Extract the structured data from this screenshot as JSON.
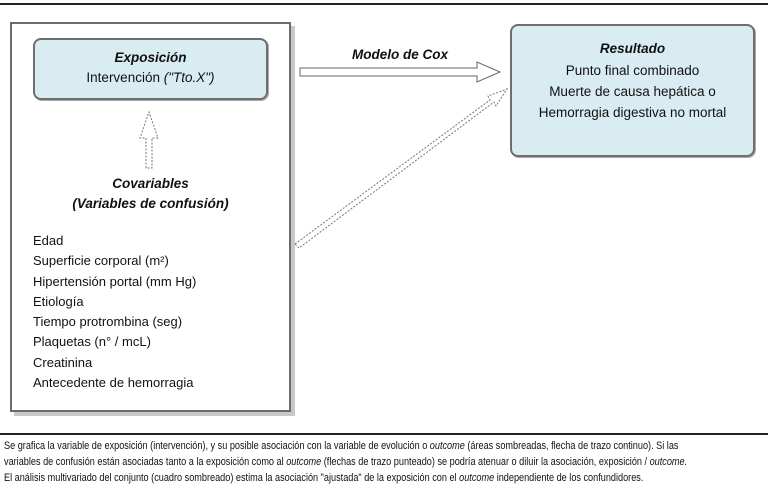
{
  "exposure": {
    "title": "Exposición",
    "text": "Intervención ",
    "text_italic": "(\"Tto.X\")"
  },
  "arrow_label": "Modelo de Cox",
  "result": {
    "title": "Resultado",
    "lines": [
      "Punto final combinado",
      "Muerte de causa hepática o",
      "Hemorragia digestiva no mortal"
    ]
  },
  "covariables": {
    "title": "Covariables",
    "subtitle": "(Variables de confusión)",
    "items": [
      "Edad",
      "Superficie corporal (m²)",
      "Hipertensión portal (mm Hg)",
      "Etiología",
      "Tiempo protrombina (seg)",
      "Plaquetas (n° / mcL)",
      "Creatinina",
      "Antecedente de hemorragia"
    ]
  },
  "caption": {
    "l1a": "Se grafica la variable de exposición (intervención), y su posible asociación con la variable de evolución o ",
    "l1b": "outcome",
    "l1c": " (áreas sombreadas, flecha de trazo continuo). Si las",
    "l2a": "variables de confusión están asociadas tanto a la exposición como al ",
    "l2b": "outcome",
    "l2c": " (flechas de trazo punteado) se podría atenuar o diluir la asociación, exposición / ",
    "l2d": "outcome.",
    "l3a": "El análisis multivariado del conjunto (cuadro sombreado) estima la asociación \"ajustada\" de la exposición con el ",
    "l3b": "outcome",
    "l3c": " independiente de los confundidores."
  }
}
